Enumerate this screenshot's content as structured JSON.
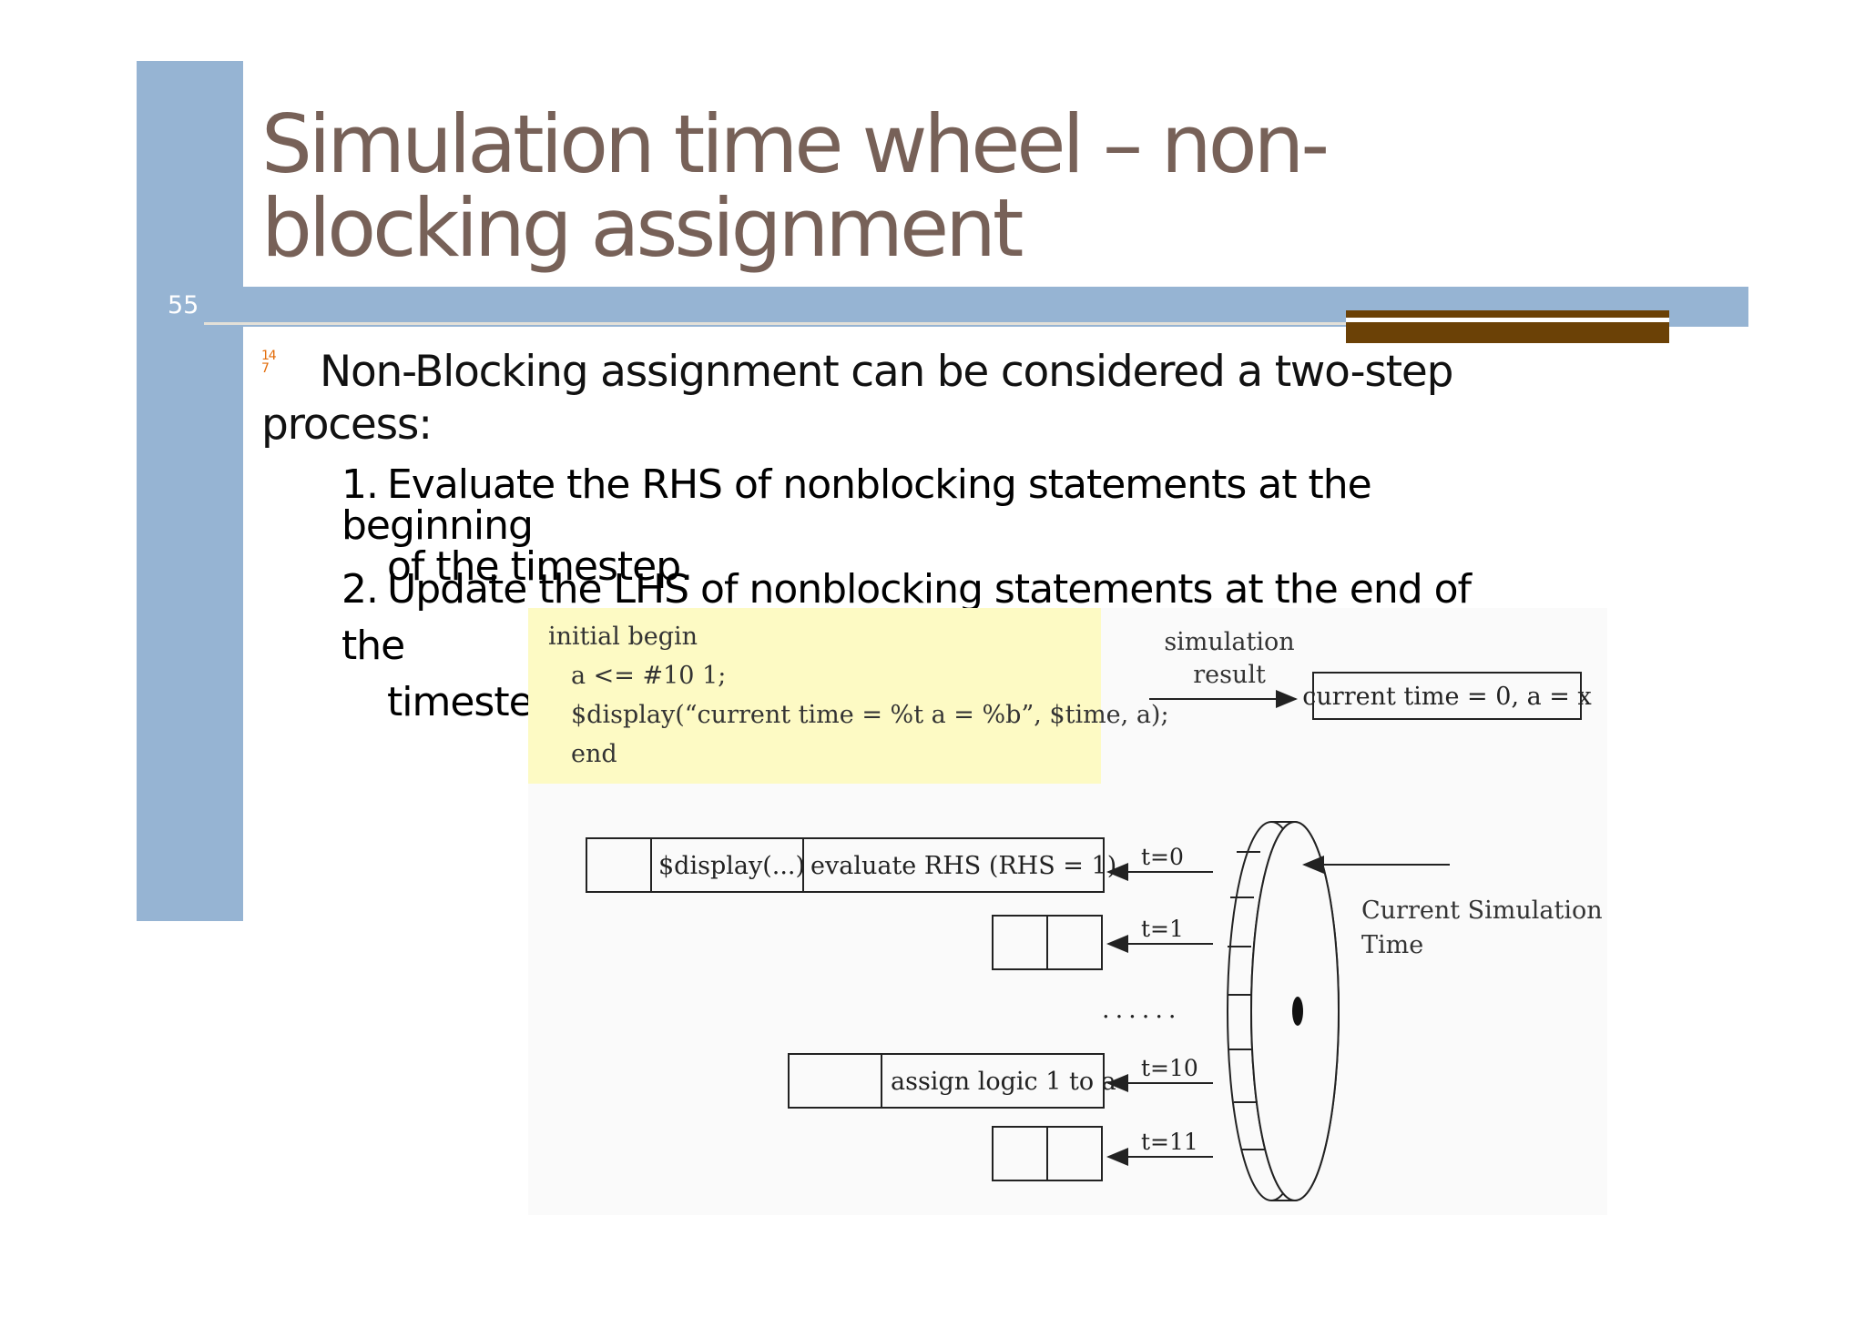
{
  "slide": {
    "number": "55",
    "title": "Simulation time wheel – non-blocking assignment",
    "bullet_marker": "14\n7",
    "bullet_line1": "Non-Blocking assignment can be considered a two-step",
    "bullet_line2": "process:",
    "steps": [
      {
        "num": "1.",
        "line1": "Evaluate the RHS of nonblocking statements at the beginning",
        "line2": "of the  timestep."
      },
      {
        "num": "2.",
        "line1": "Update the LHS of nonblocking statements at the end of the",
        "line2": "timestep."
      }
    ]
  },
  "diagram": {
    "code_lines": [
      "initial begin",
      "a <= #10 1;",
      "$display(“current time = %t  a = %b”, $time, a);",
      "end"
    ],
    "simulation_result_label_1": "simulation",
    "simulation_result_label_2": "result",
    "result_box": "current time = 0, a = x",
    "queue_t0_cell2": "$display(...)",
    "queue_t0_cell3": "evaluate RHS (RHS = 1)",
    "queue_t10_cell2": "assign logic 1 to a",
    "t_labels": [
      "t=0",
      "t=1",
      "t=10",
      "t=11"
    ],
    "ellipsis": "......",
    "wheel_label_1": "Current Simulation",
    "wheel_label_2": "Time"
  },
  "colors": {
    "side_bar": "#96b4d3",
    "title": "#776158",
    "accent": "#6b4106",
    "bullet": "#e36c0a",
    "code_highlight": "#fdfac4"
  }
}
